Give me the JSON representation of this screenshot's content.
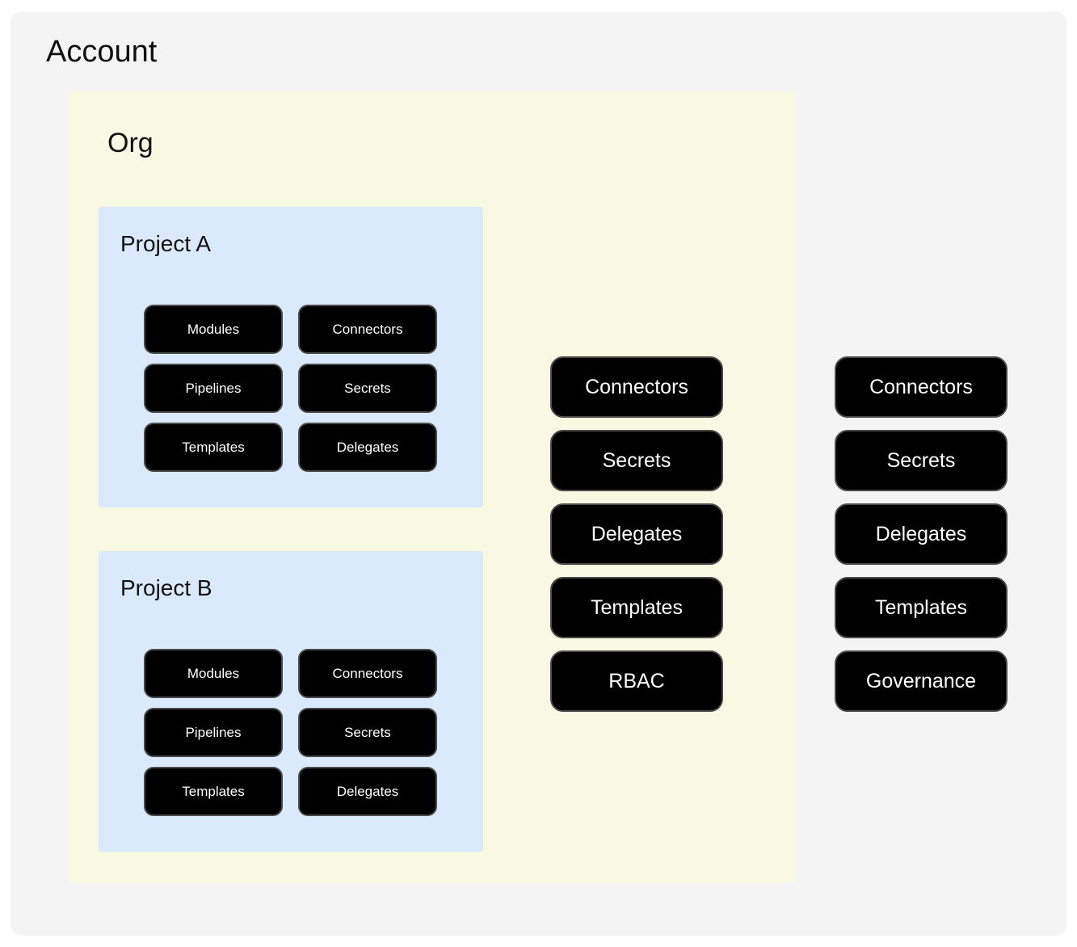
{
  "account": {
    "title": "Account",
    "resources": [
      "Connectors",
      "Secrets",
      "Delegates",
      "Templates",
      "Governance"
    ]
  },
  "org": {
    "title": "Org",
    "resources": [
      "Connectors",
      "Secrets",
      "Delegates",
      "Templates",
      "RBAC"
    ]
  },
  "projects": [
    {
      "title": "Project A",
      "items": [
        "Modules",
        "Connectors",
        "Pipelines",
        "Secrets",
        "Templates",
        "Delegates"
      ]
    },
    {
      "title": "Project B",
      "items": [
        "Modules",
        "Connectors",
        "Pipelines",
        "Secrets",
        "Templates",
        "Delegates"
      ]
    }
  ],
  "colors": {
    "account_bg": "#f4f4f4",
    "org_bg": "#f8f9e2",
    "project_bg": "#daeafc",
    "pill_bg": "#000000",
    "pill_border": "#4b4b4b",
    "pill_text": "#ffffff"
  }
}
